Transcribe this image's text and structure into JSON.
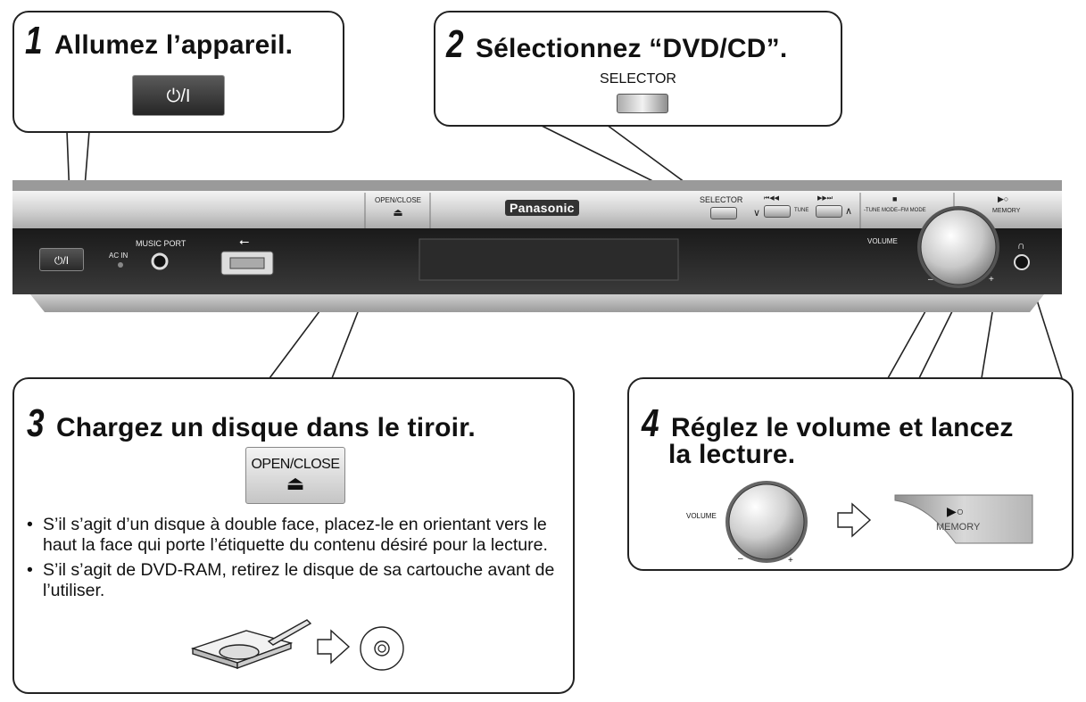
{
  "step1": {
    "number": "1",
    "title": "Allumez l’appareil.",
    "button_label": "⏻/I"
  },
  "step2": {
    "number": "2",
    "title": "Sélectionnez “DVD/CD”.",
    "button_caption": "SELECTOR"
  },
  "step3": {
    "number": "3",
    "title": "Chargez un disque dans le tiroir.",
    "button_label": "OPEN/CLOSE",
    "button_symbol": "⏏",
    "notes": [
      "S’il s’agit d’un disque à double face, placez-le en orientant vers le haut la face qui porte l’étiquette du contenu désiré pour la lecture.",
      "S’il s’agit de DVD-RAM, retirez le disque de sa cartouche avant de l’utiliser."
    ]
  },
  "step4": {
    "number": "4",
    "title_line1": "Réglez le volume et lancez",
    "title_line2": "la lecture.",
    "volume_label": "VOLUME",
    "minus": "–",
    "plus": "+",
    "play_symbol": "▶○",
    "memory_label": "MEMORY"
  },
  "device": {
    "power_label": "⏻/I",
    "ac_in": "AC IN",
    "music_port": "MUSIC PORT",
    "usb_symbol": "⭠",
    "open_close": "OPEN/CLOSE",
    "eject": "⏏",
    "brand": "Panasonic",
    "selector": "SELECTOR",
    "prev_symbol": "⏮◀◀",
    "next_symbol": "▶▶⏭",
    "tune": "TUNE",
    "down": "∨",
    "up": "∧",
    "stop_symbol": "■",
    "tune_mode": "-TUNE MODE–FM MODE",
    "play_symbol": "▶○",
    "memory": "MEMORY",
    "volume": "VOLUME",
    "minus": "–",
    "plus": "+",
    "headphone_symbol": "∩"
  }
}
